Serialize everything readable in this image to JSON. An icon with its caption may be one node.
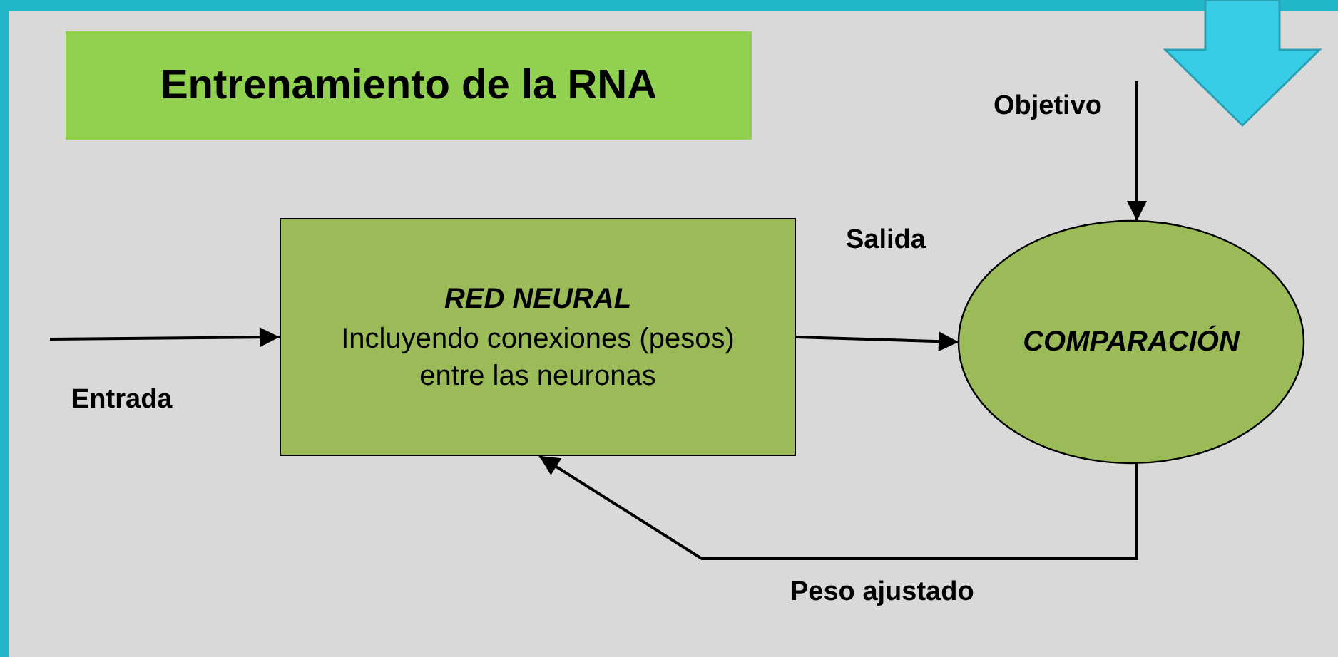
{
  "diagram": {
    "title": "Entrenamiento de la RNA",
    "nodes": [
      {
        "text": [
          "RED NEURAL",
          "Incluyendo conexiones (pesos) entre las neuronas"
        ]
      },
      {
        "text": [
          "COMPARACIÓN"
        ]
      },
      {
        "text": [
          "Objetivo"
        ]
      }
    ],
    "edges": [
      {
        "from": null,
        "to": 0,
        "arrow": "to",
        "label": "Entrada"
      },
      {
        "from": 0,
        "to": 1,
        "arrow": "to",
        "label": "Salida"
      },
      {
        "from": 2,
        "to": 1,
        "arrow": "to"
      },
      {
        "from": 1,
        "to": 0,
        "arrow": "to",
        "label": "Peso ajustado"
      }
    ]
  }
}
